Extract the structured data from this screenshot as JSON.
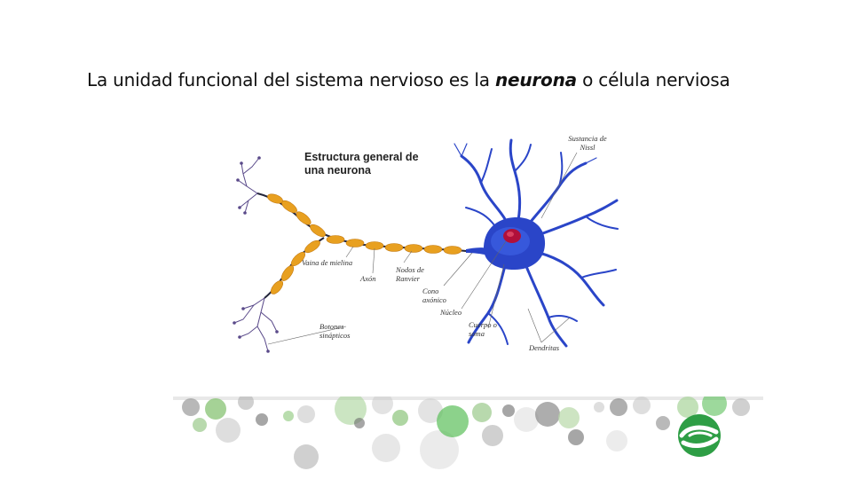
{
  "slide": {
    "title_part1": "La unidad funcional del sistema nervioso es la ",
    "title_emphasis": "neurona",
    "title_part2": " o célula nerviosa"
  },
  "figure": {
    "title": "Estructura general de una neurona",
    "labels": {
      "sustancia_nissl": "Sustancia de Nissl",
      "vaina_mielina": "Vaina de mielina",
      "axon": "Axón",
      "nodos_ranvier": "Nodos de Ranvier",
      "cono_axonico": "Cono axónico",
      "nucleo": "Núcleo",
      "cuerpo_soma": "Cuerpo o soma",
      "botones_sinapticos": "Botones sinápticos",
      "dendritas": "Dendritas"
    },
    "colors": {
      "soma": "#2a45c8",
      "nucleus": "#b0103a",
      "myelin": "#e8a020",
      "axon": "#23253a",
      "terminals": "#5a4a8a"
    }
  },
  "footer": {
    "logo_icon": "institution-logo-icon",
    "colors": {
      "green": "#3aa64a",
      "gray": "#8a8a8a",
      "light_green": "#a8d49a"
    }
  }
}
